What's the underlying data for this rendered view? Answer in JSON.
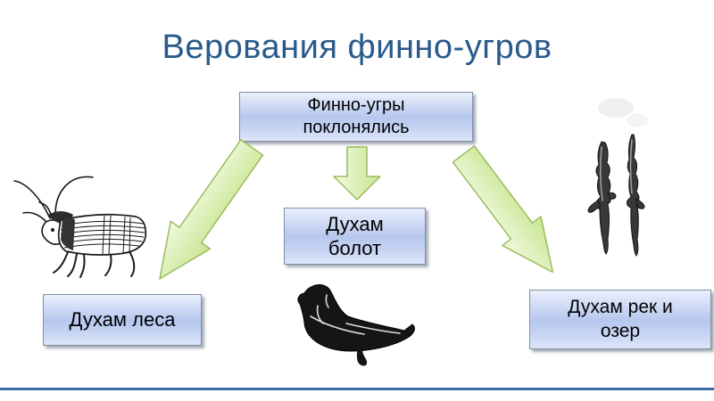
{
  "slide": {
    "title": "Верования финно-угров"
  },
  "colors": {
    "title_text": "#2a5a8c",
    "box_border": "#7f8fa4",
    "box_gradient_top": "#eaf0fc",
    "box_gradient_mid": "#b6c7ee",
    "box_gradient_bottom": "#dde6fa",
    "box_text": "#000000",
    "arrow_fill_light": "#f2f9e0",
    "arrow_fill_dark": "#c6e690",
    "arrow_border": "#9cbb5e",
    "footer_line": "#3c6ea5",
    "illustration_ink": "#1a1a1a"
  },
  "diagram": {
    "root": {
      "label": "Финно-угры\nпоклонялись"
    },
    "branches": [
      {
        "id": "forest",
        "label": "Духам леса"
      },
      {
        "id": "swamp",
        "label": "Духам\nболот"
      },
      {
        "id": "rivers",
        "label": "Духам рек и\nозер"
      }
    ]
  },
  "illustrations": [
    {
      "name": "forest-spirit-figure"
    },
    {
      "name": "duck-idol-figure"
    },
    {
      "name": "wooden-idols-figure"
    }
  ]
}
